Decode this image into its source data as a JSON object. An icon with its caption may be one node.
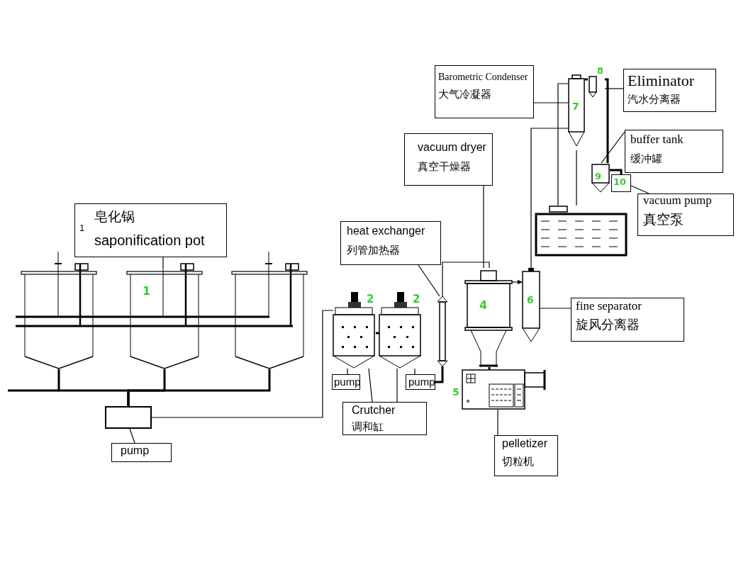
{
  "diagram": {
    "nodes": [
      {
        "text": [
          "1",
          "皂化锅",
          "saponification pot"
        ]
      },
      {
        "text": [],
        "shape": "tank"
      },
      {
        "text": [
          "1"
        ]
      },
      {
        "text": [],
        "shape": "tank"
      },
      {
        "text": [],
        "shape": "box"
      },
      {
        "text": [
          "pump"
        ]
      },
      {
        "text": [
          "2"
        ]
      },
      {
        "text": [
          "2"
        ]
      },
      {
        "text": [
          "pump"
        ]
      },
      {
        "text": [
          "pump"
        ]
      },
      {
        "text": [
          "Crutcher",
          "调和缸"
        ]
      },
      {
        "text": [
          "heat exchanger",
          "列管加热器"
        ]
      },
      {
        "text": [],
        "shape": "cylinder"
      },
      {
        "text": [
          "vacuum dryer",
          "真空干燥器"
        ]
      },
      {
        "text": [
          "4"
        ]
      },
      {
        "text": [
          "5"
        ]
      },
      {
        "text": [
          "pelletizer",
          "切粒机"
        ]
      },
      {
        "text": [
          "6"
        ]
      },
      {
        "text": [
          "fine separator",
          "旋风分离器"
        ]
      },
      {
        "text": [
          "Barometric Condenser",
          "大气冷凝器"
        ]
      },
      {
        "text": [
          "7"
        ]
      },
      {
        "text": [
          "8"
        ]
      },
      {
        "text": [
          "Eliminator",
          "汽水分离器"
        ]
      },
      {
        "text": [
          "9"
        ]
      },
      {
        "text": [
          "buffer tank",
          "缓冲罐"
        ]
      },
      {
        "text": [
          "10"
        ]
      },
      {
        "text": [
          "vacuum pump",
          "真空泵"
        ]
      },
      {
        "text": [],
        "shape": "tank"
      }
    ],
    "edges": [
      {
        "from": 0,
        "to": 2,
        "arrow": "none"
      },
      {
        "from": 1,
        "to": 4,
        "arrow": "none",
        "style": "thick"
      },
      {
        "from": 2,
        "to": 4,
        "arrow": "none",
        "style": "thick"
      },
      {
        "from": 3,
        "to": 4,
        "arrow": "none",
        "style": "thick"
      },
      {
        "from": 5,
        "to": 4,
        "arrow": "none"
      },
      {
        "from": 4,
        "to": 6,
        "arrow": "none"
      },
      {
        "from": 6,
        "to": 7,
        "arrow": "none",
        "style": "thick"
      },
      {
        "from": 6,
        "to": 8,
        "arrow": "none"
      },
      {
        "from": 7,
        "to": 9,
        "arrow": "none"
      },
      {
        "from": 9,
        "to": 12,
        "arrow": "none",
        "style": "thick"
      },
      {
        "from": 10,
        "to": 6,
        "arrow": "none"
      },
      {
        "from": 10,
        "to": 7,
        "arrow": "none"
      },
      {
        "from": 11,
        "to": 12,
        "arrow": "none"
      },
      {
        "from": 12,
        "to": 14,
        "arrow": "none"
      },
      {
        "from": 13,
        "to": 14,
        "arrow": "none"
      },
      {
        "from": 14,
        "to": 15,
        "arrow": "none",
        "style": "thick"
      },
      {
        "from": 16,
        "to": 15,
        "arrow": "none"
      },
      {
        "from": 14,
        "to": 17,
        "arrow": "to"
      },
      {
        "from": 18,
        "to": 17,
        "arrow": "none"
      },
      {
        "from": 17,
        "to": 20,
        "arrow": "none"
      },
      {
        "from": 19,
        "to": 20,
        "arrow": "none"
      },
      {
        "from": 20,
        "to": 27,
        "arrow": "none"
      },
      {
        "from": 20,
        "to": 27,
        "arrow": "none"
      },
      {
        "from": 20,
        "to": 21,
        "arrow": "none",
        "style": "thick"
      },
      {
        "from": 22,
        "to": 21,
        "arrow": "none"
      },
      {
        "from": 21,
        "to": 23,
        "arrow": "none",
        "style": "thick"
      },
      {
        "from": 24,
        "to": 23,
        "arrow": "none"
      },
      {
        "from": 23,
        "to": 25,
        "arrow": "none",
        "style": "thick"
      },
      {
        "from": 26,
        "to": 25,
        "arrow": "none"
      }
    ]
  }
}
